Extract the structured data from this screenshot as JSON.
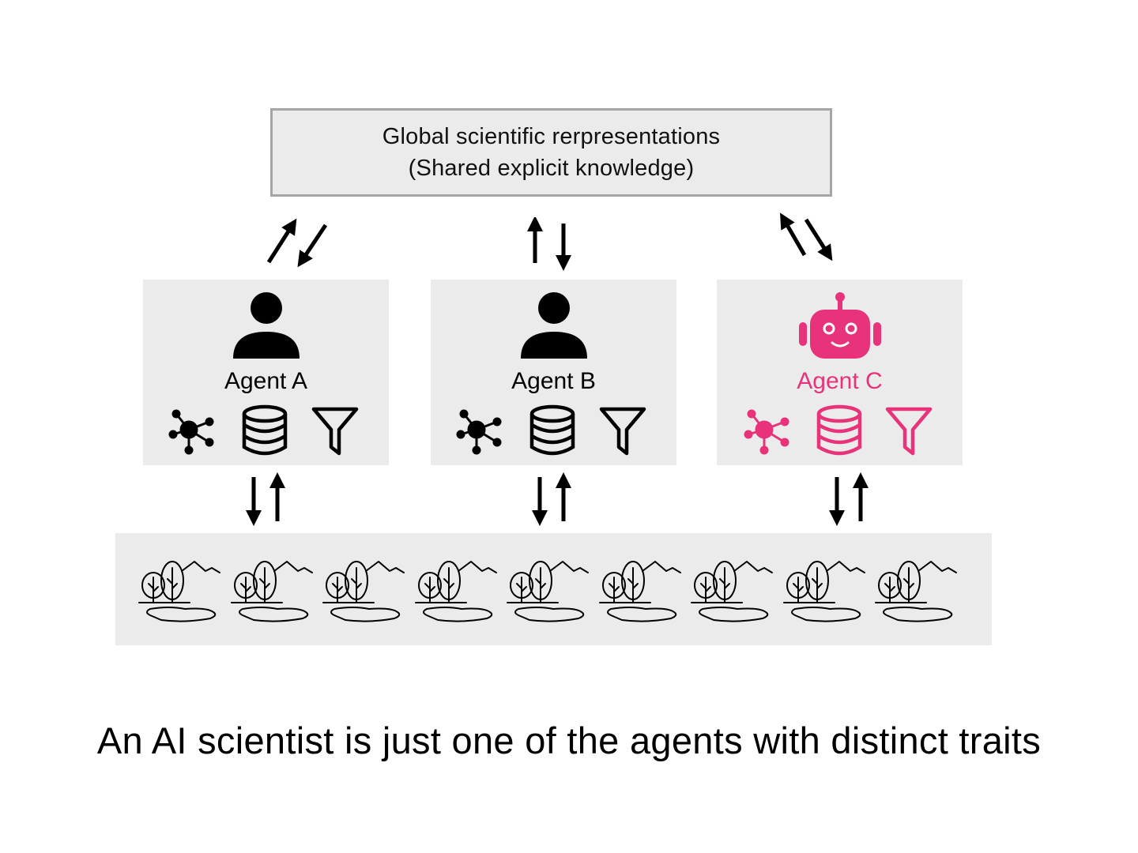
{
  "top_box": {
    "line1": "Global scientific rerpresentations",
    "line2": "(Shared explicit knowledge)"
  },
  "agents": [
    {
      "label": "Agent A",
      "kind": "person-icon",
      "color": "#000000"
    },
    {
      "label": "Agent B",
      "kind": "person-icon",
      "color": "#000000"
    },
    {
      "label": "Agent C",
      "kind": "robot-icon",
      "color": "#e8337a"
    }
  ],
  "trait_icons": [
    "network-icon",
    "database-icon",
    "filter-icon"
  ],
  "environment": {
    "icon": "landscape-icon",
    "count": 9
  },
  "caption": "An AI scientist is just one of the agents with distinct traits",
  "colors": {
    "panel": "#ebebeb",
    "border": "#a5a5a5",
    "accent": "#e8337a"
  }
}
